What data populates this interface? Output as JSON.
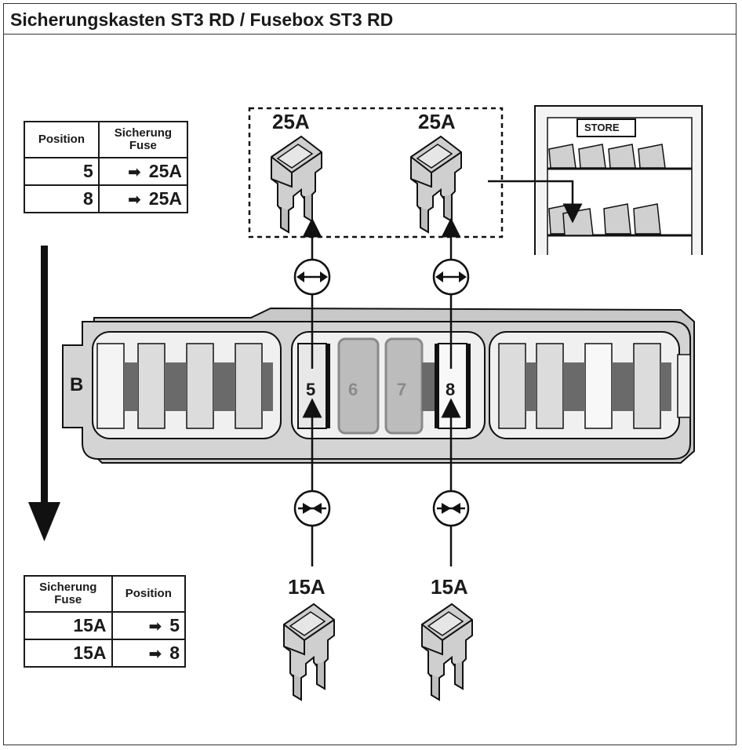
{
  "title": "Sicherungskasten ST3 RD / Fusebox ST3 RD",
  "table_top": {
    "col_position": "Position",
    "col_fuse_line1": "Sicherung",
    "col_fuse_line2": "Fuse",
    "rows": [
      {
        "position": "5",
        "fuse": "25A"
      },
      {
        "position": "8",
        "fuse": "25A"
      }
    ]
  },
  "table_bottom": {
    "col_fuse_line1": "Sicherung",
    "col_fuse_line2": "Fuse",
    "col_position": "Position",
    "rows": [
      {
        "fuse": "15A",
        "position": "5"
      },
      {
        "fuse": "15A",
        "position": "8"
      }
    ]
  },
  "fuses_removed": [
    {
      "label": "25A"
    },
    {
      "label": "25A"
    }
  ],
  "fuses_inserted": [
    {
      "label": "15A"
    },
    {
      "label": "15A"
    }
  ],
  "fusebox": {
    "connector_label": "B",
    "slots": [
      "5",
      "6",
      "7",
      "8"
    ]
  },
  "store": {
    "label": "STORE"
  },
  "icons": {
    "remove": "pull-apart-icon",
    "insert": "push-together-icon",
    "step_arrow": "arrow-down-icon"
  }
}
